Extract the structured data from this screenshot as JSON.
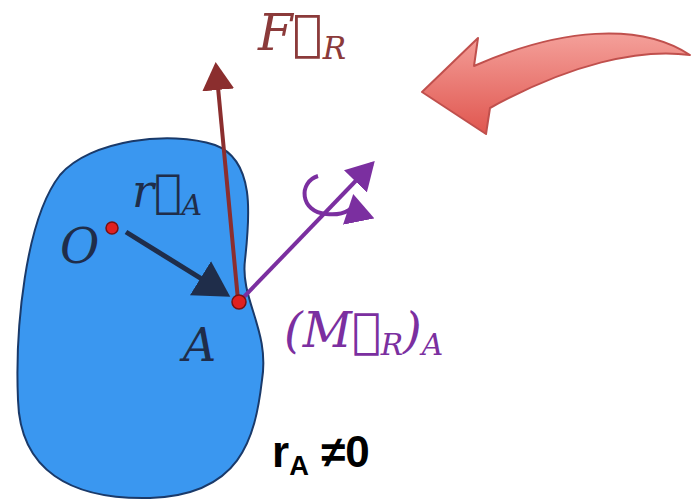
{
  "diagram": {
    "labels": [
      "F⃗R",
      "r⃗A",
      "O",
      "A",
      "(M⃗R)A",
      "rA ≠0"
    ]
  }
}
